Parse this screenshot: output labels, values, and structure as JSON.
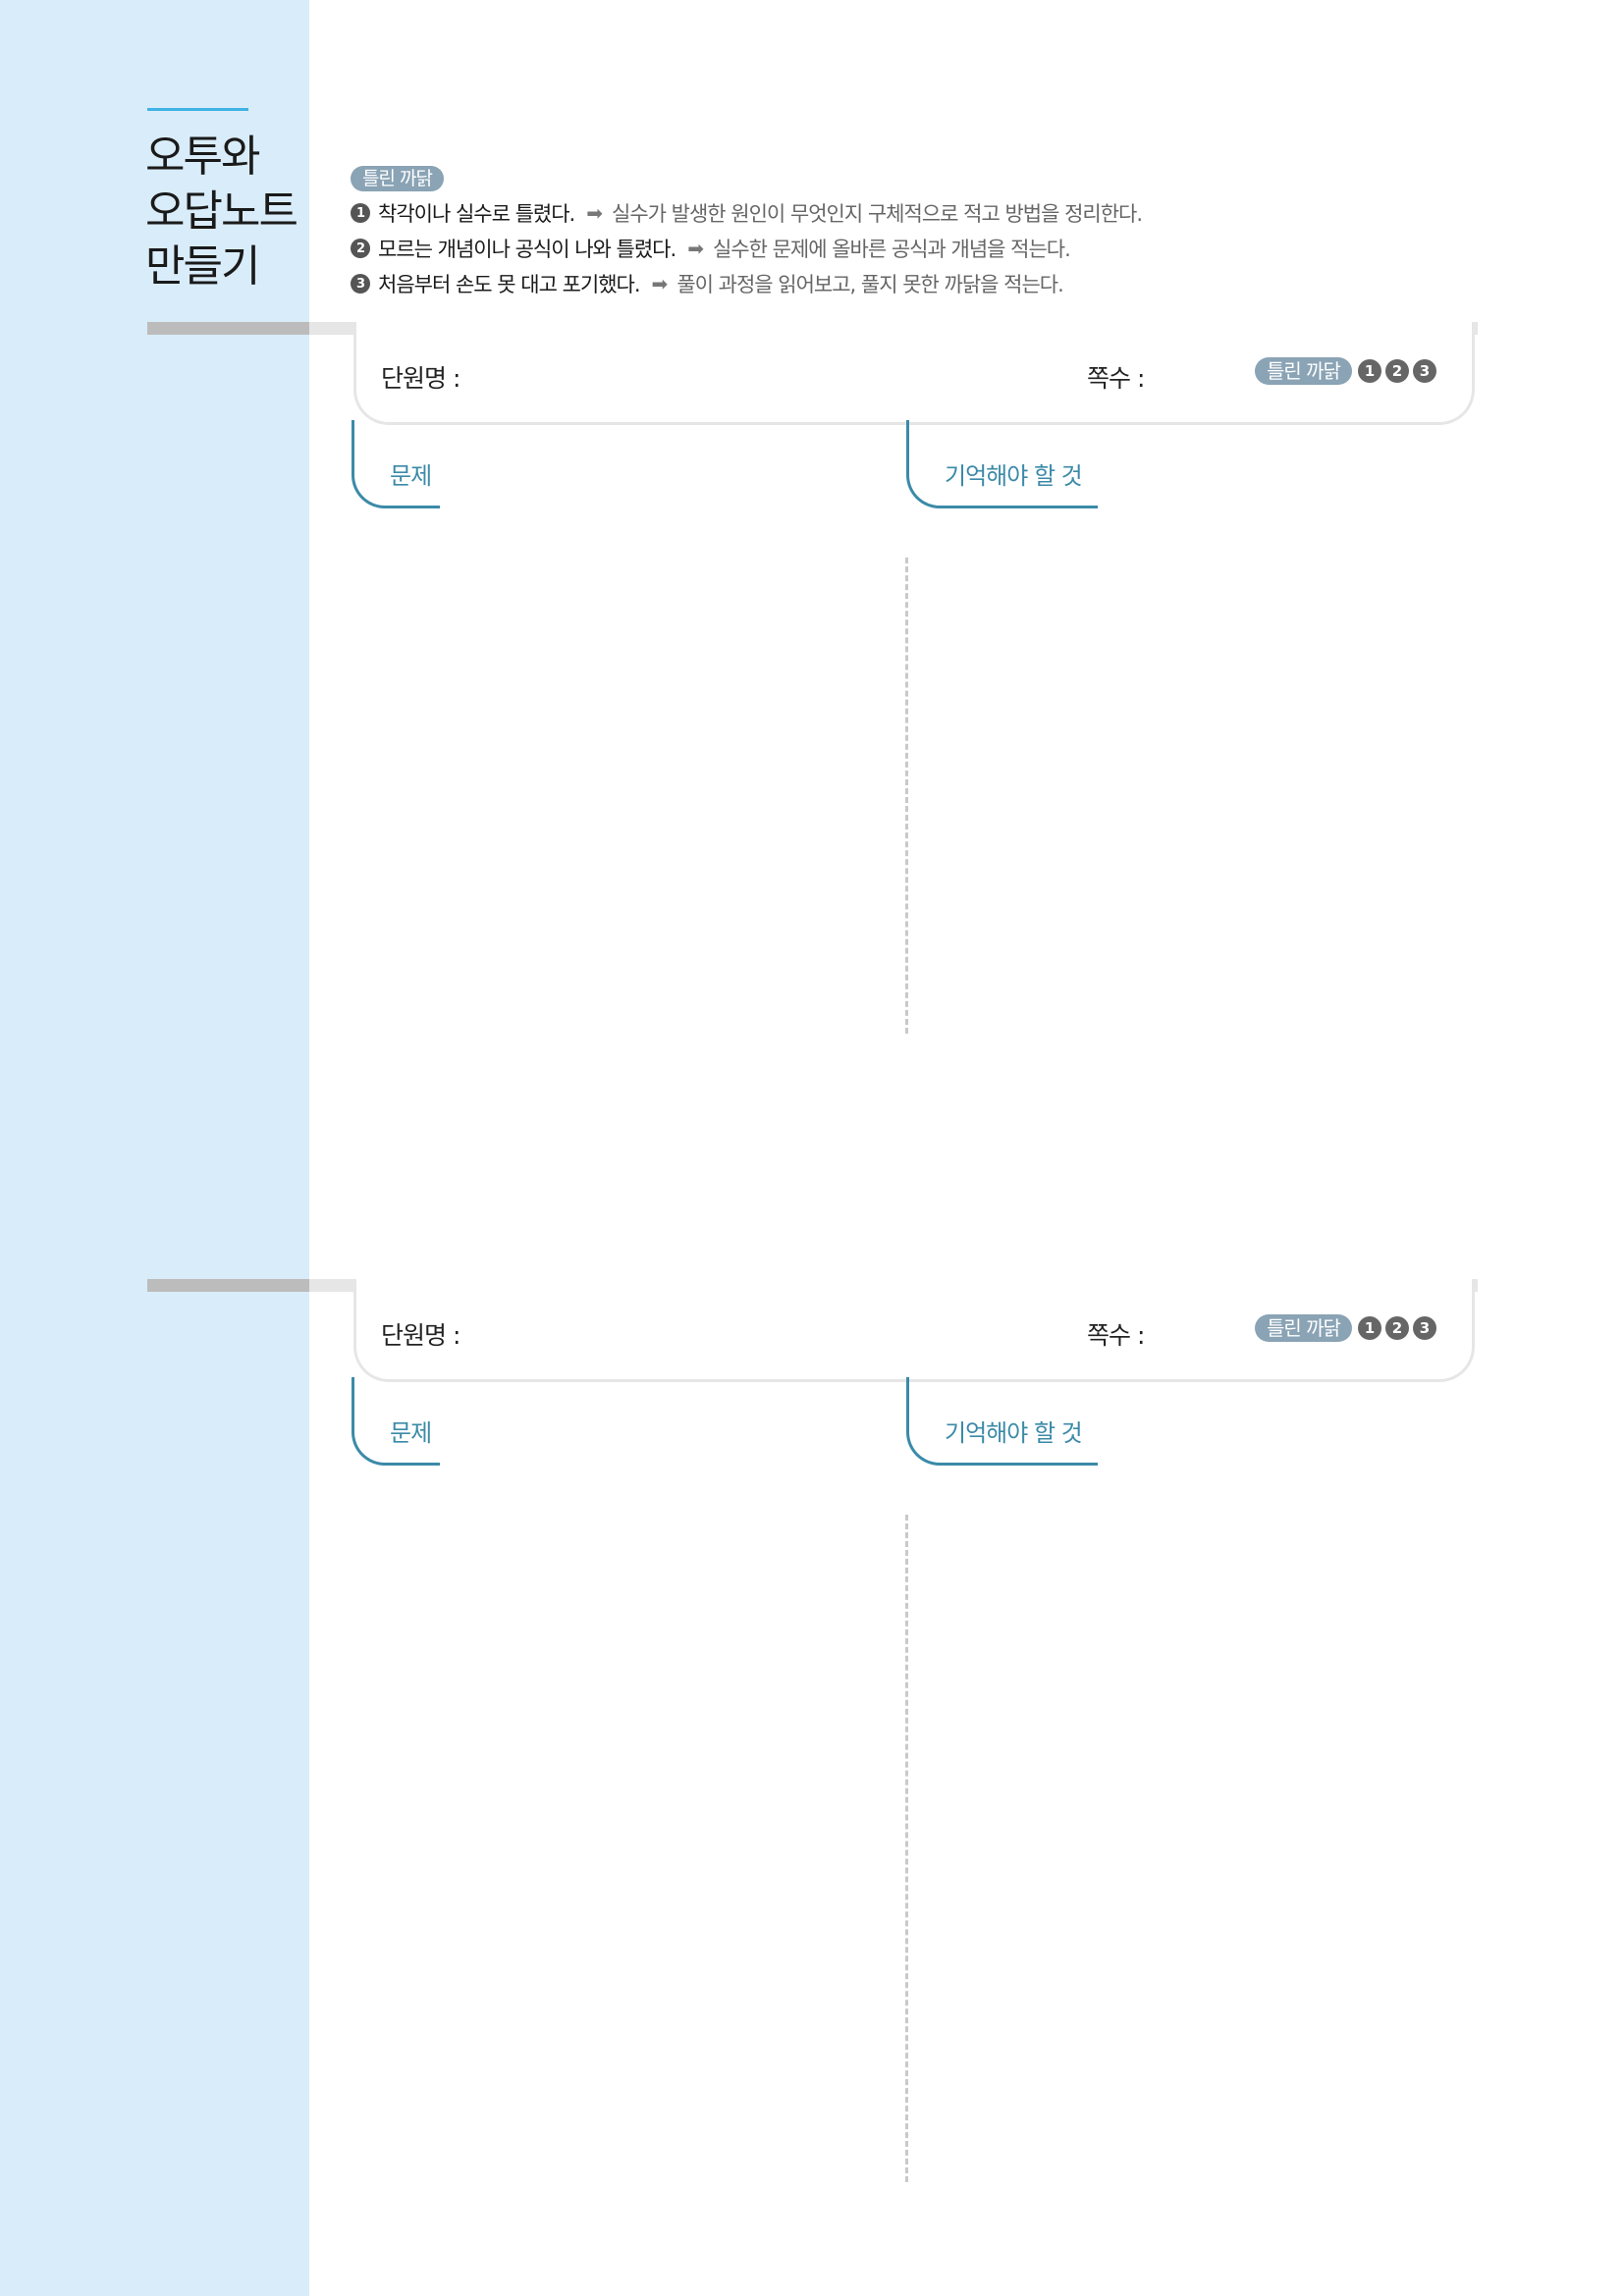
{
  "title_lines": [
    "오투와",
    "오답노트",
    "만들기"
  ],
  "legend": {
    "tag": "틀린 까닭",
    "items": [
      {
        "num": "1",
        "cause": "착각이나 실수로 틀렸다.",
        "remedy": "실수가 발생한 원인이 무엇인지 구체적으로 적고 방법을 정리한다."
      },
      {
        "num": "2",
        "cause": "모르는 개념이나 공식이 나와 틀렸다.",
        "remedy": "실수한 문제에 올바른 공식과 개념을 적는다."
      },
      {
        "num": "3",
        "cause": "처음부터 손도 못 대고 포기했다.",
        "remedy": "풀이 과정을 읽어보고, 풀지 못한 까닭을 적는다."
      }
    ]
  },
  "arrow": "➡",
  "note_sections": [
    {
      "unit_label": "단원명 :",
      "page_label": "쪽수 :",
      "reason_tag": "틀린 까닭",
      "reason_nums": [
        "1",
        "2",
        "3"
      ],
      "problem_label": "문제",
      "memo_label": "기억해야 할 것"
    },
    {
      "unit_label": "단원명 :",
      "page_label": "쪽수 :",
      "reason_tag": "틀린 까닭",
      "reason_nums": [
        "1",
        "2",
        "3"
      ],
      "problem_label": "문제",
      "memo_label": "기억해야 할 것"
    }
  ]
}
